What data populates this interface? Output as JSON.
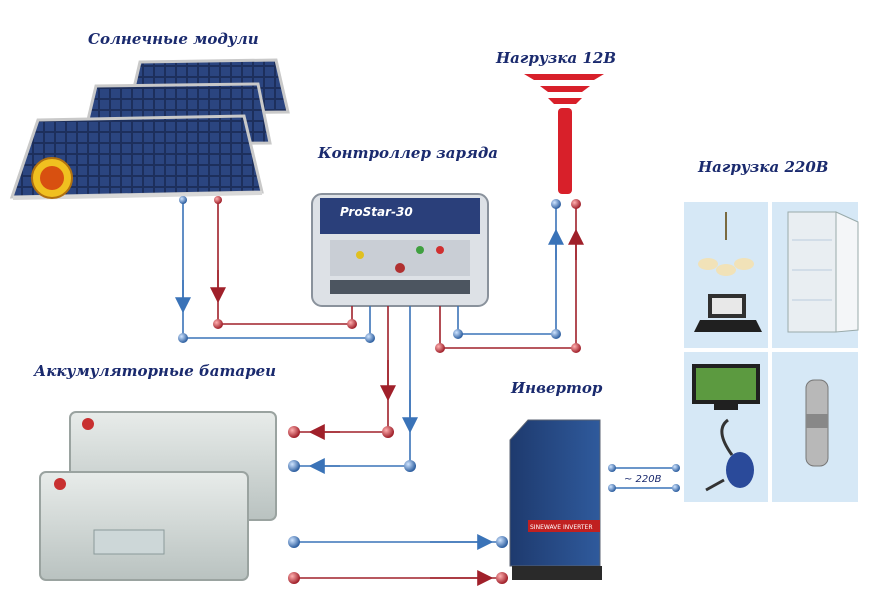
{
  "labels": {
    "solar": "Солнечные модули",
    "controller": "Контроллер заряда",
    "load12": "Нагрузка  12В",
    "load220": "Нагрузка  220В",
    "batteries": "Аккумуляторные батареи",
    "inverter": "Инвертор",
    "ac_out": "~ 220В"
  },
  "device_text": {
    "controller_brand": "ProStar-30",
    "inverter_brand": "SINEWAVE INVERTER"
  },
  "colors": {
    "positive": "#a0202a",
    "negative": "#3a73b8",
    "label": "#1a2a6e"
  }
}
